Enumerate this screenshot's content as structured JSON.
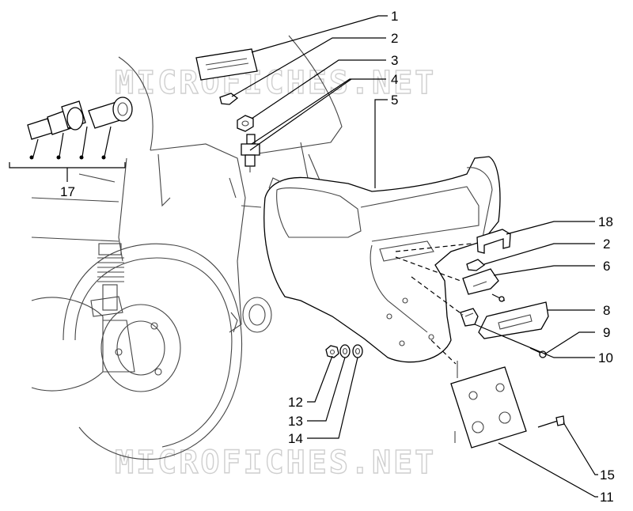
{
  "watermark": {
    "text": "MICROFICHES.NET"
  },
  "callouts": {
    "c1": "1",
    "c2": "2",
    "c3": "3",
    "c4": "4",
    "c5": "5",
    "c17": "17",
    "c18": "18",
    "c2b": "2",
    "c6": "6",
    "c8": "8",
    "c9": "9",
    "c10": "10",
    "c12": "12",
    "c13": "13",
    "c14": "14",
    "c15": "15",
    "c11": "11"
  }
}
